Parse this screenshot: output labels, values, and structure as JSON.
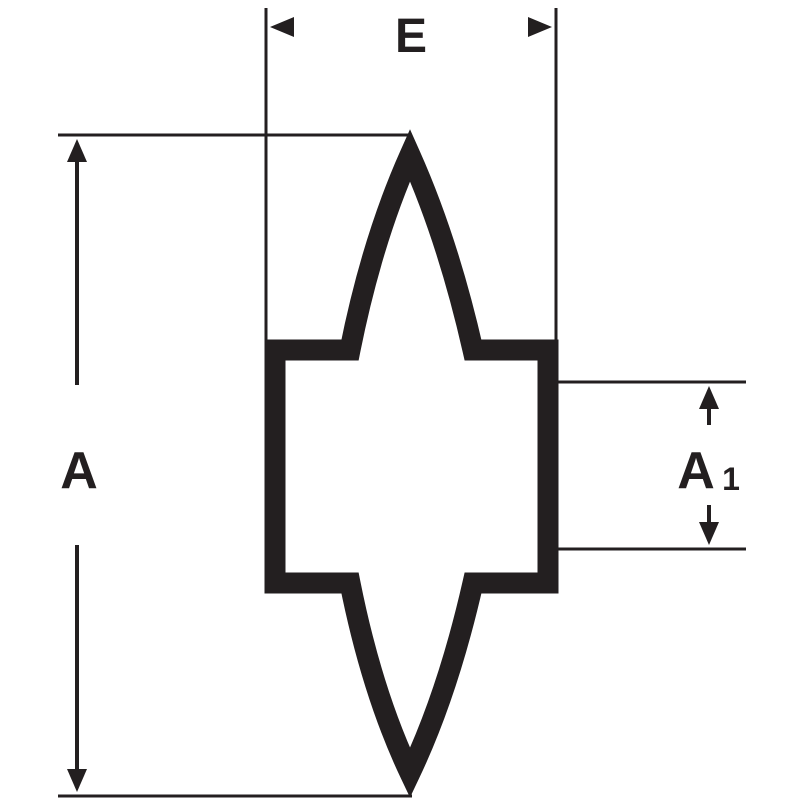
{
  "labels": {
    "width": "E",
    "total_height": "A",
    "inner_height_main": "A",
    "inner_height_sub": "1"
  },
  "colors": {
    "ink": "#231f20",
    "background": "#ffffff"
  }
}
